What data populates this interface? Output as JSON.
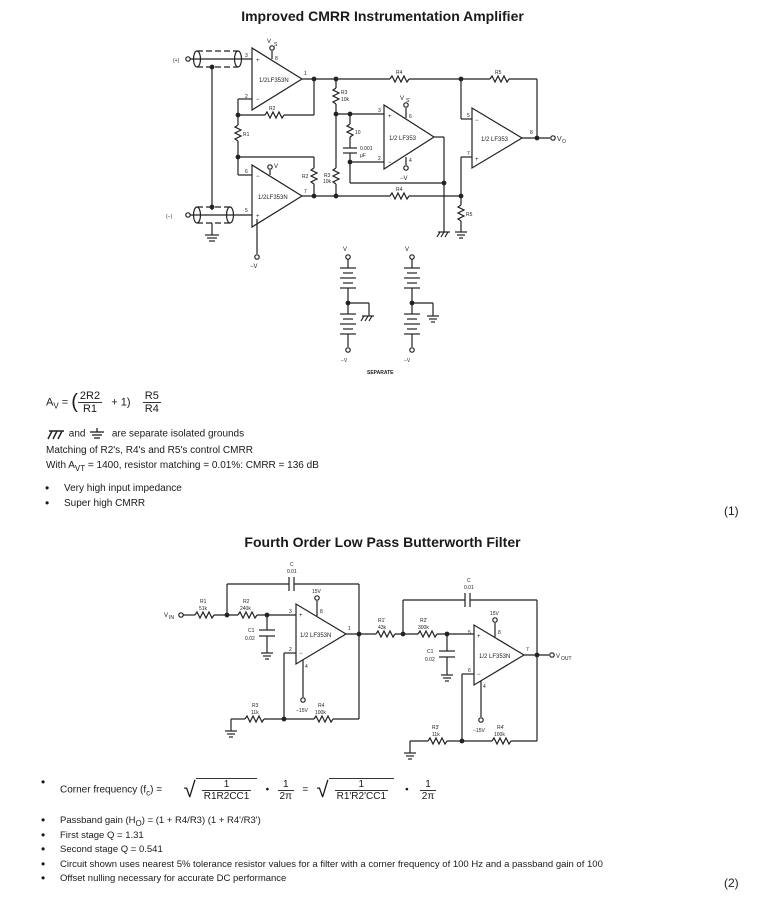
{
  "figure1": {
    "title": "Improved CMRR Instrumentation Amplifier",
    "labels": {
      "in_plus": "(+)",
      "in_minus": "(−)",
      "vs": "V",
      "vs_sub": "S",
      "neg_vs": "−V",
      "opamp_a": "1/2LF353N",
      "opamp_b": "1/2LF353N",
      "opamp_c": "1/2 LF353",
      "opamp_d": "1/2 LF353",
      "r1": "R1",
      "r2": "R2",
      "r2b": "R2",
      "r3": "R3",
      "r3_val": "10k",
      "r3b": "R3",
      "r3b_val": "10k",
      "r4": "R4",
      "r4b": "R4",
      "r5": "R5",
      "r5b": "R5",
      "r10": "10",
      "cap_val": "0.001",
      "cap_unit": "μF",
      "vs_prime": "V",
      "vs_prime_sub": "S'",
      "neg_vs_prime": "−V",
      "vo": "V",
      "vo_sub": "O",
      "separate": "SEPARATE",
      "pins": [
        "3",
        "2",
        "8",
        "1",
        "6",
        "5",
        "7",
        "3",
        "2",
        "4",
        "8",
        "6",
        "5",
        "7",
        "8"
      ]
    },
    "formula": {
      "lhs": "A",
      "lhs_sub": "V",
      "num1": "2R2",
      "den1": "R1",
      "plus_one": "+ 1)",
      "num2": "R5",
      "den2": "R4"
    },
    "notes": {
      "grounds": "are separate isolated grounds",
      "and": "and",
      "matching": "Matching of R2's, R4's and R5's control CMRR",
      "with_prefix": "With A",
      "with_sub": "VT",
      "with_rest": " = 1400, resistor matching = 0.01%: CMRR = 136 dB"
    },
    "bullets": [
      "Very high input impedance",
      "Super high CMRR"
    ],
    "eq_number": "(1)"
  },
  "figure2": {
    "title": "Fourth Order Low Pass Butterworth Filter",
    "labels": {
      "vin": "V",
      "vin_sub": "IN",
      "vout": "V",
      "vout_sub": "OUT",
      "r1": "R1",
      "r1_val": "51k",
      "r2": "R2",
      "r2_val": "240k",
      "c": "C",
      "c_val": "0.01",
      "c1": "C1",
      "c1_val": "0.02",
      "r3": "R3",
      "r3_val": "11k",
      "r4": "R4",
      "r4_val": "100k",
      "r1p": "R1'",
      "r1p_val": "43k",
      "r2p": "R2'",
      "r2p_val": "300k",
      "cp": "C",
      "cp_val": "0.01",
      "c1p": "C1",
      "c1p_val": "0.02",
      "r3p": "R3'",
      "r3p_val": "11k",
      "r4p": "R4'",
      "r4p_val": "100k",
      "pos15": "15V",
      "neg15": "−15V",
      "opamp_a": "1/2 LF353N",
      "opamp_b": "1/2 LF353N",
      "pins": [
        "3",
        "2",
        "8",
        "4",
        "1",
        "5",
        "6",
        "8",
        "4",
        "7"
      ]
    },
    "corner": {
      "label": "Corner frequency (f",
      "label_sub": "c",
      "label_end": ") =",
      "one": "1",
      "den_a": "R1R2CC1",
      "dot": "•",
      "two_pi": "2π",
      "equals": "=",
      "den_b": "R1'R2'CC1"
    },
    "bullets": {
      "passband_prefix": "Passband gain (H",
      "passband_sub": "O",
      "passband_rest": ") = (1 + R4/R3) (1 + R4'/R3')",
      "first_q": "First stage Q = 1.31",
      "second_q": "Second stage Q = 0.541",
      "circuit": "Circuit shown uses nearest 5% tolerance resistor values for a filter with a corner frequency of 100 Hz and a passband gain of 100",
      "offset": "Offset nulling necessary for accurate DC performance"
    },
    "eq_number": "(2)"
  }
}
